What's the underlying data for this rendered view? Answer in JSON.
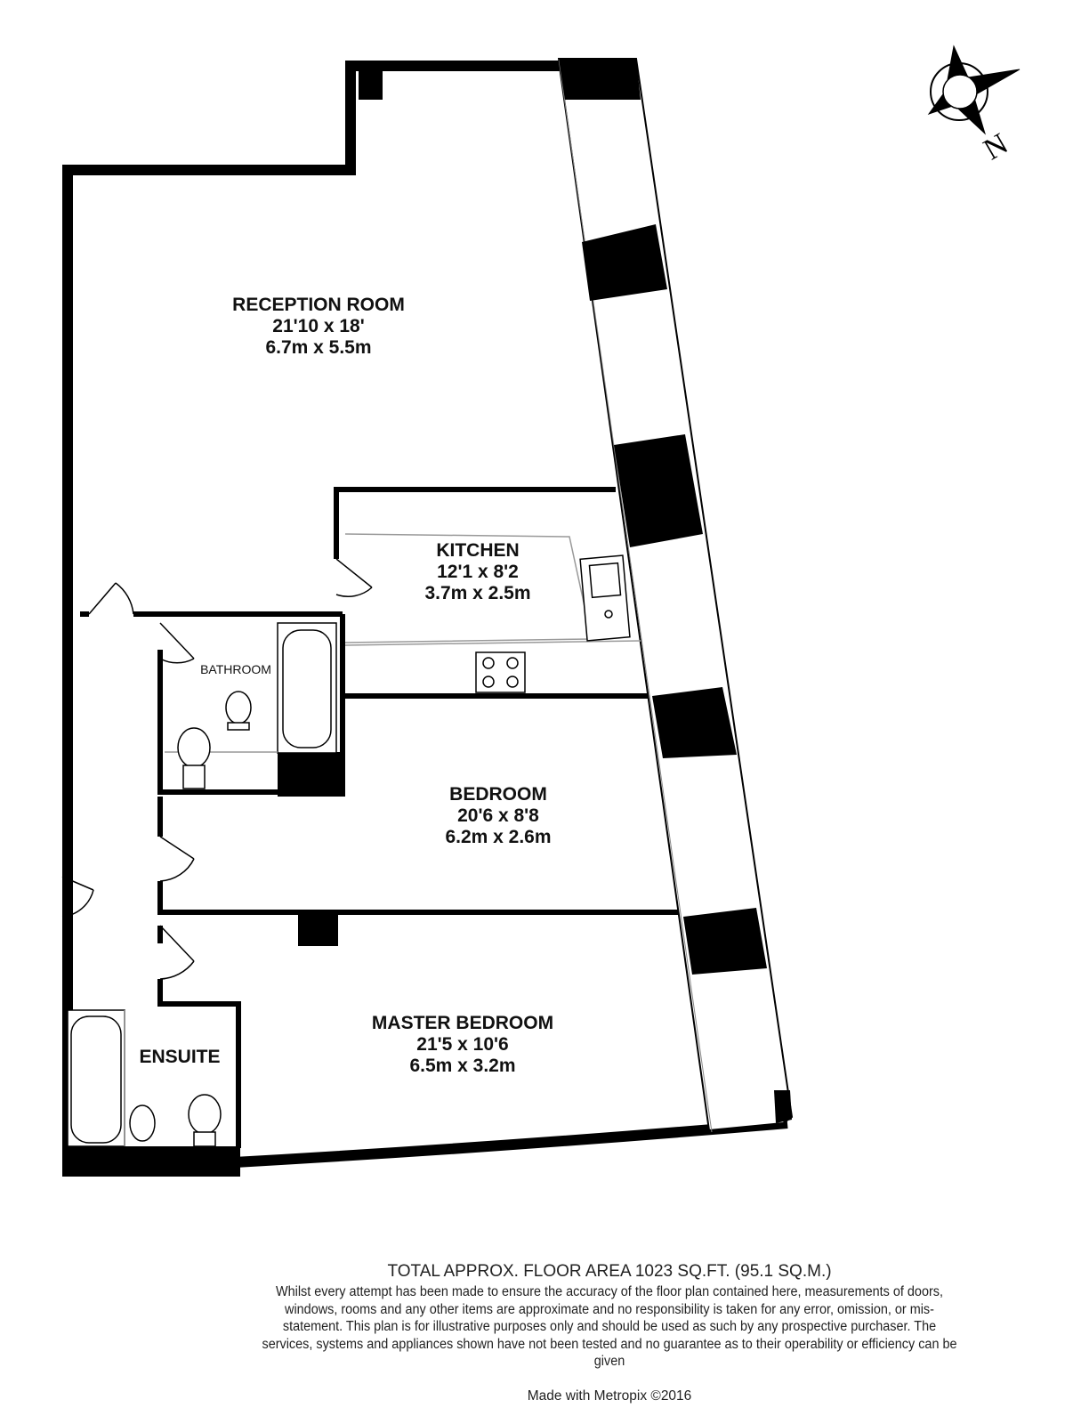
{
  "rooms": [
    {
      "name": "RECEPTION ROOM",
      "imperial": "21'10 x 18'",
      "metric": "6.7m x 5.5m"
    },
    {
      "name": "KITCHEN",
      "imperial": "12'1 x 8'2",
      "metric": "3.7m x 2.5m"
    },
    {
      "name": "BATHROOM"
    },
    {
      "name": "BEDROOM",
      "imperial": "20'6 x 8'8",
      "metric": "6.2m x 2.6m"
    },
    {
      "name": "MASTER BEDROOM",
      "imperial": "21'5 x 10'6",
      "metric": "6.5m x 3.2m"
    },
    {
      "name": "ENSUITE"
    }
  ],
  "compass": {
    "label": "N"
  },
  "footer": {
    "total_area": "TOTAL APPROX. FLOOR AREA 1023 SQ.FT. (95.1 SQ.M.)",
    "disclaimer": "Whilst every attempt has been made to ensure the accuracy of the floor plan contained here, measurements of doors, windows, rooms and any other items are approximate and no responsibility is taken for any error, omission, or mis-statement. This plan is for illustrative purposes only and should be used as such by any prospective purchaser. The services, systems and appliances shown have not been tested and no guarantee as to their operability or efficiency can be given",
    "credit": "Made with Metropix ©2016"
  }
}
